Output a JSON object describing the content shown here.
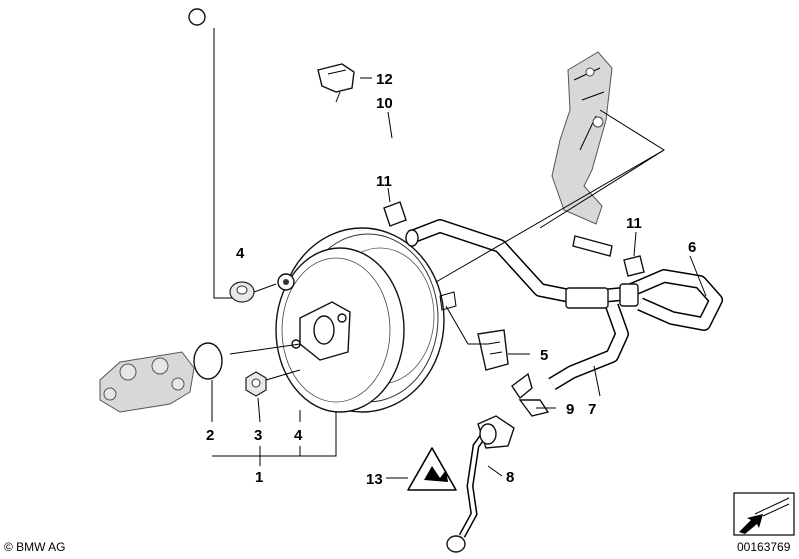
{
  "labels": {
    "p1": "1",
    "p2": "2",
    "p3": "3",
    "p4a": "4",
    "p4b": "4",
    "p5": "5",
    "p6": "6",
    "p7": "7",
    "p8": "8",
    "p9": "9",
    "p10": "10",
    "p11a": "11",
    "p11b": "11",
    "p12": "12",
    "p13": "13"
  },
  "footer": {
    "copyright": "© BMW AG",
    "drawing_number": "00163769"
  },
  "icons": {
    "direction": "arrow-direction-icon",
    "warning": "warning-triangle-icon"
  }
}
